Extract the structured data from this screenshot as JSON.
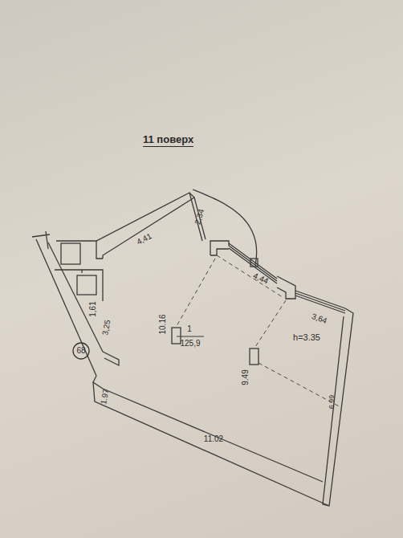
{
  "diagram": {
    "title": "11 поверх",
    "labels": [
      "2,34",
      "4,41",
      "4,44",
      "1,61",
      "3,25",
      "10.16",
      "1",
      "125,9",
      "9.49",
      "6.99",
      "h=3.35",
      "3,64",
      "1.97",
      "11.02",
      "68"
    ]
  }
}
